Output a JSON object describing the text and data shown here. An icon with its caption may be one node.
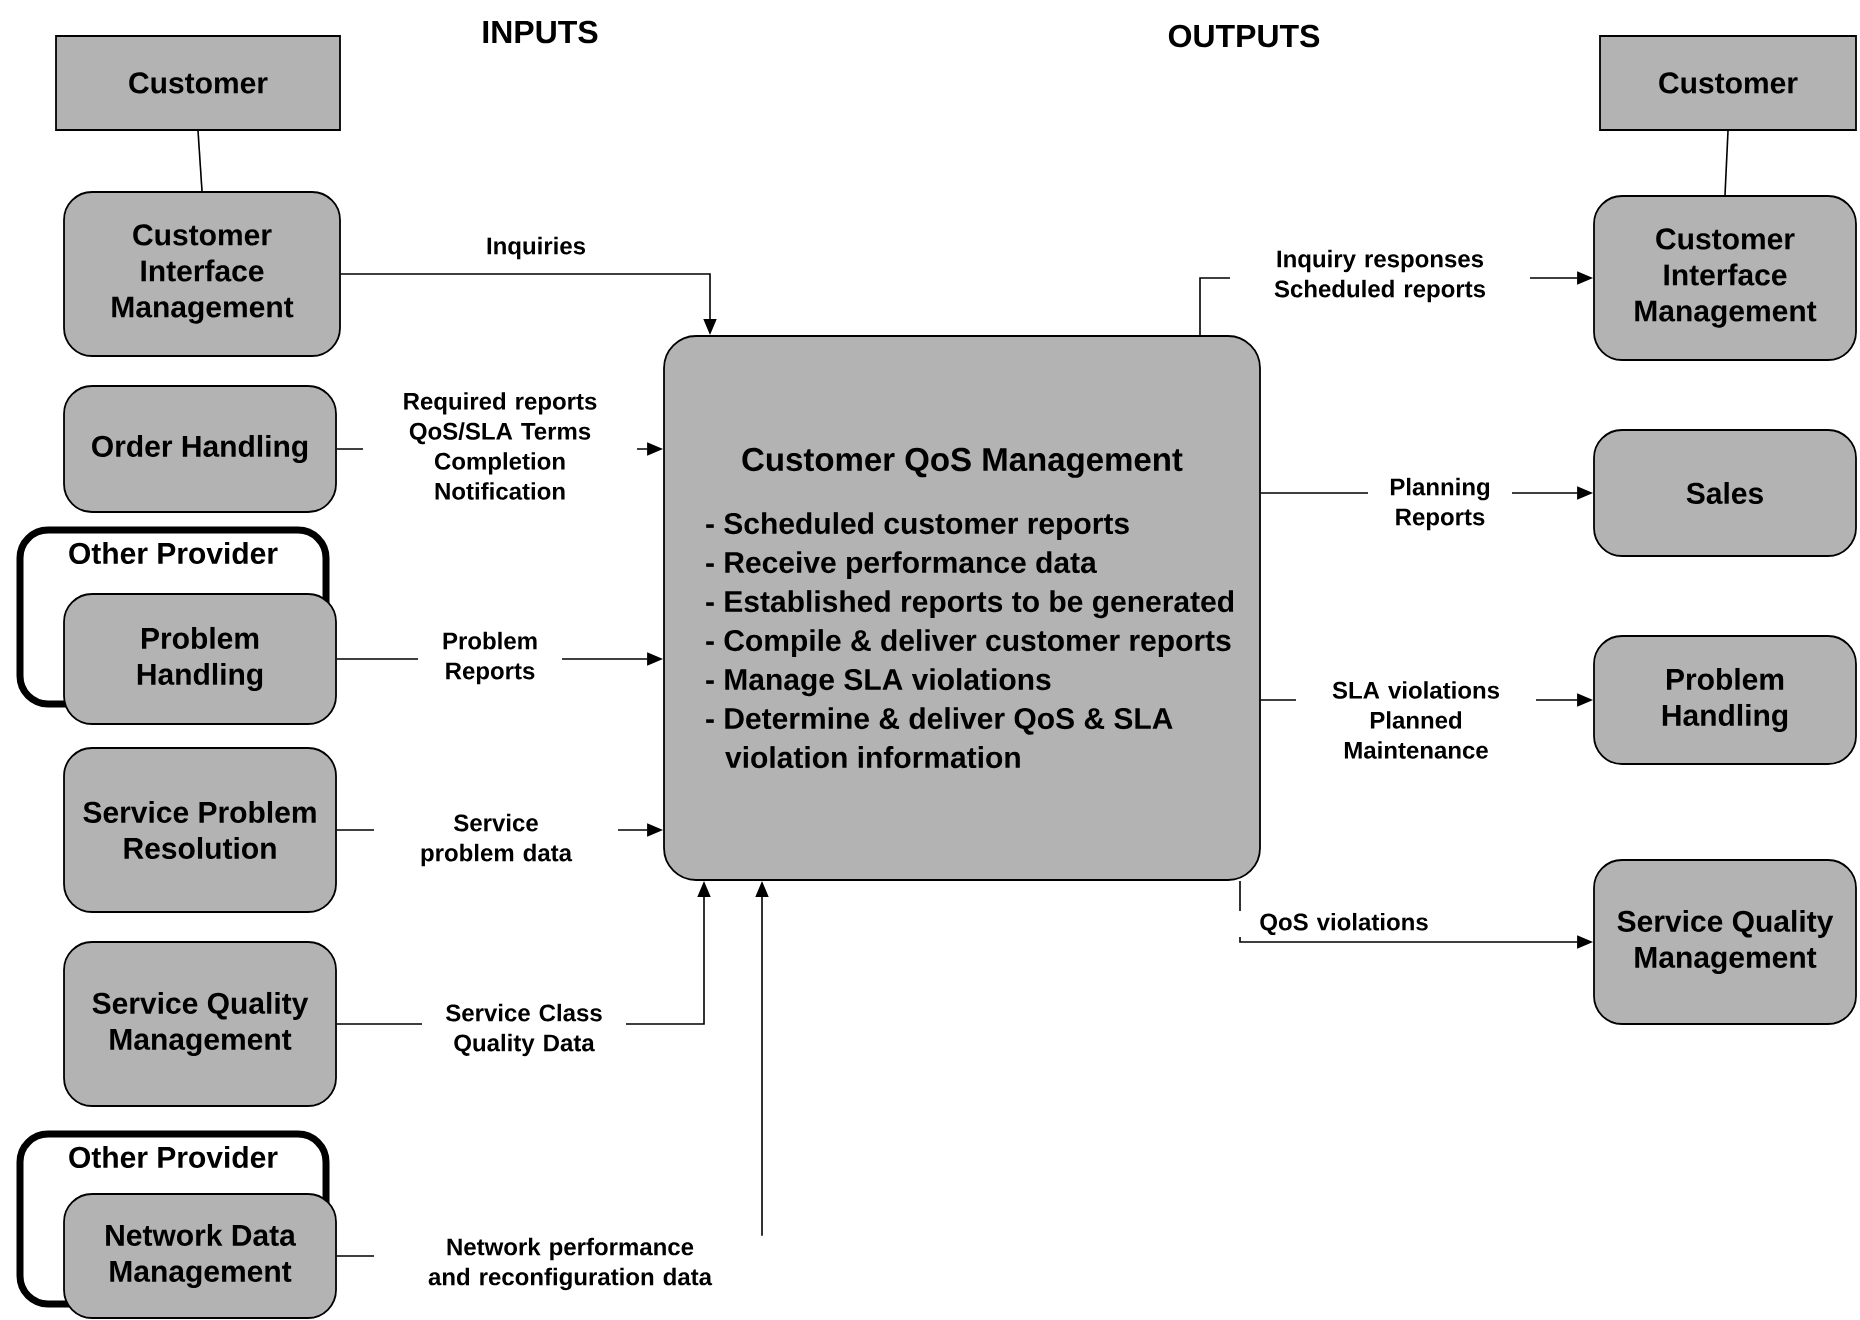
{
  "diagram": {
    "nodes": [
      {
        "text": [
          "Customer"
        ]
      },
      {
        "text": [
          "Customer Interface Management"
        ]
      },
      {
        "text": [
          "Order Handling"
        ]
      },
      {
        "text": [
          "Other Provider"
        ]
      },
      {
        "text": [
          "Problem Handling"
        ],
        "in": 3
      },
      {
        "text": [
          "Service Problem Resolution"
        ]
      },
      {
        "text": [
          "Service Quality Management"
        ]
      },
      {
        "text": [
          "Other Provider"
        ]
      },
      {
        "text": [
          "Network Data Management"
        ],
        "in": 7
      },
      {
        "text": [
          "Customer QoS Management",
          "- Scheduled customer reports",
          "- Receive performance data",
          "- Established reports to be generated",
          "- Compile & deliver customer reports",
          "- Manage SLA violations",
          "- Determine & deliver QoS & SLA violation information"
        ]
      },
      {
        "text": [
          "Customer"
        ]
      },
      {
        "text": [
          "Customer Interface Management"
        ]
      },
      {
        "text": [
          "Sales"
        ]
      },
      {
        "text": [
          "Problem Handling"
        ]
      },
      {
        "text": [
          "Service Quality Management"
        ]
      }
    ],
    "edges": [
      {
        "from": 0,
        "to": 1,
        "arrow": "none"
      },
      {
        "from": 1,
        "to": 9,
        "arrow": "to",
        "label": "Inquiries"
      },
      {
        "from": 2,
        "to": 9,
        "arrow": "to",
        "label": "Required reports QoS/SLA Terms Completion Notification"
      },
      {
        "from": 4,
        "to": 9,
        "arrow": "to",
        "label": "Problem Reports"
      },
      {
        "from": 5,
        "to": 9,
        "arrow": "to",
        "label": "Service problem data"
      },
      {
        "from": 6,
        "to": 9,
        "arrow": "to",
        "label": "Service Class Quality Data"
      },
      {
        "from": 8,
        "to": 9,
        "arrow": "to",
        "label": "Network performance and reconfiguration data"
      },
      {
        "from": 9,
        "to": 11,
        "arrow": "to",
        "label": "Inquiry responses Scheduled reports"
      },
      {
        "from": 9,
        "to": 12,
        "arrow": "to",
        "label": "Planning Reports"
      },
      {
        "from": 9,
        "to": 13,
        "arrow": "to",
        "label": "SLA violations Planned Maintenance"
      },
      {
        "from": 9,
        "to": 14,
        "arrow": "to",
        "label": "QoS violations"
      },
      {
        "from": 10,
        "to": 11,
        "arrow": "none"
      }
    ],
    "labels": [
      "INPUTS",
      "OUTPUTS"
    ]
  }
}
